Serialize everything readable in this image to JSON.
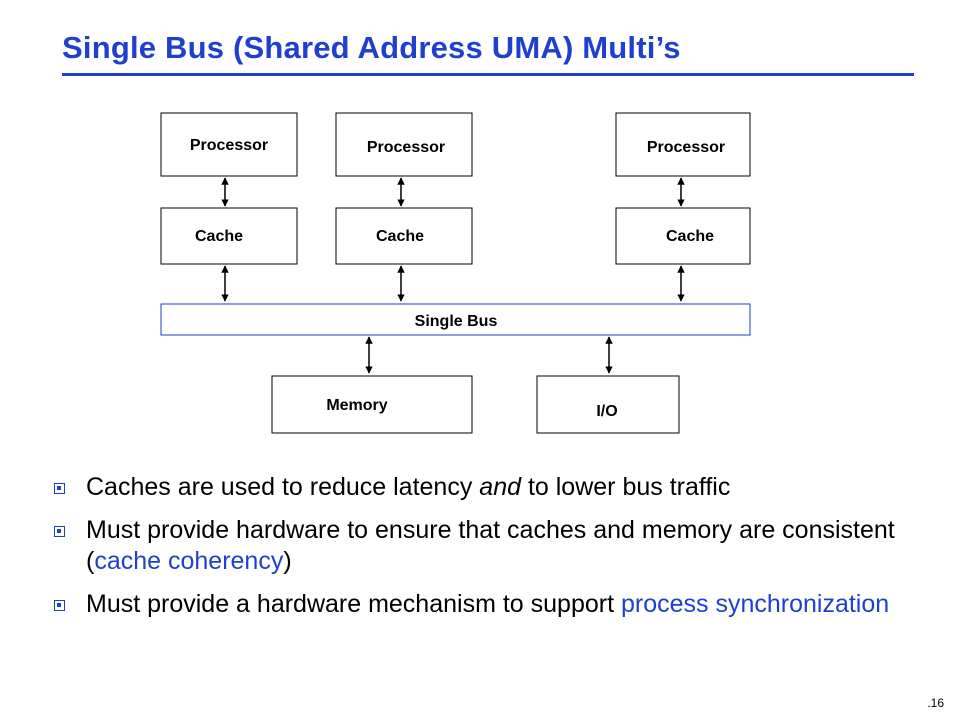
{
  "slide": {
    "title": "Single Bus (Shared Address UMA) Multi’s",
    "page_number": ".16"
  },
  "diagram": {
    "processors": [
      "Processor",
      "Processor",
      "Processor"
    ],
    "caches": [
      "Cache",
      "Cache",
      "Cache"
    ],
    "bus_label": "Single Bus",
    "memory_label": "Memory",
    "io_label": "I/O",
    "colors": {
      "bus_border": "#1f3fcf",
      "box_border": "#000000",
      "accent": "#1f3fcf"
    }
  },
  "bullets": [
    {
      "text": "Caches are used to reduce latency ",
      "em": "and",
      "text2": " to lower bus traffic"
    },
    {
      "text": "Must provide hardware to ensure that caches and memory are consistent (",
      "highlight": "cache coherency",
      "text2": ")"
    },
    {
      "text": "Must provide a hardware mechanism to support ",
      "highlight": "process synchronization"
    }
  ]
}
